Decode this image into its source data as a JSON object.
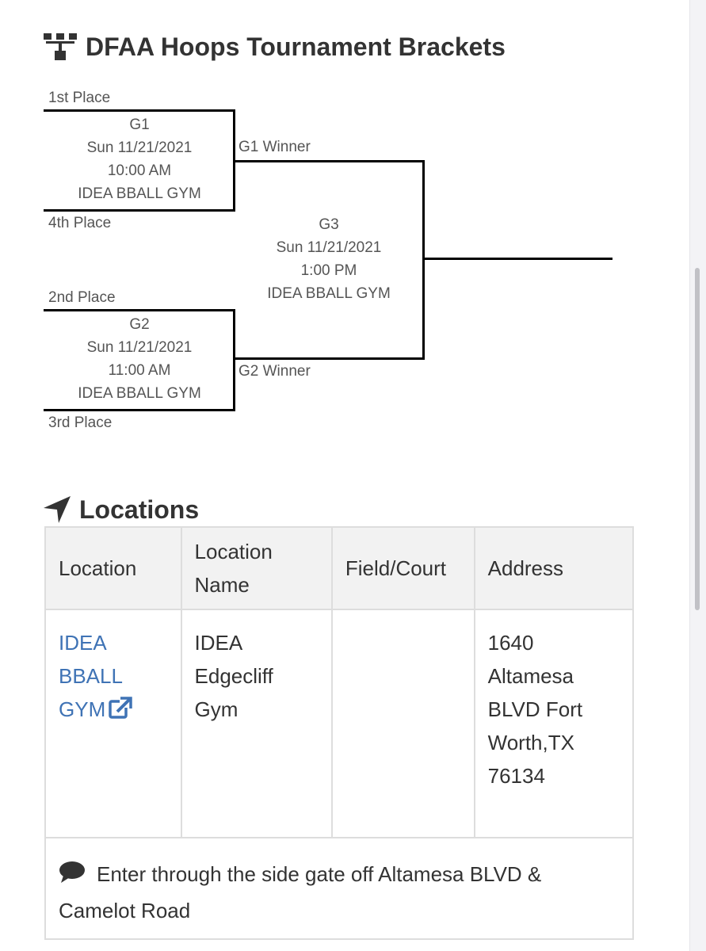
{
  "brackets": {
    "title": "DFAA Hoops Tournament Brackets",
    "icon": "sitemap-icon",
    "seed_1": "1st Place",
    "seed_4": "4th Place",
    "seed_2": "2nd Place",
    "seed_3": "3rd Place",
    "g1_winner": "G1 Winner",
    "g2_winner": "G2 Winner",
    "games": {
      "g1": {
        "name": "G1",
        "date": "Sun 11/21/2021",
        "time": "10:00 AM",
        "venue": "IDEA BBALL GYM"
      },
      "g2": {
        "name": "G2",
        "date": "Sun 11/21/2021",
        "time": "11:00 AM",
        "venue": "IDEA BBALL GYM"
      },
      "g3": {
        "name": "G3",
        "date": "Sun 11/21/2021",
        "time": "1:00 PM",
        "venue": "IDEA BBALL GYM"
      }
    }
  },
  "locations": {
    "title": "Locations",
    "icon": "location-arrow-icon",
    "columns": [
      "Location",
      "Location Name",
      "Field/Court",
      "Address"
    ],
    "rows": [
      {
        "location": "IDEA BBALL GYM",
        "location_name": "IDEA Edgecliff Gym",
        "field_court": "",
        "address": "1640 Altamesa BLVD Fort Worth,TX 76134"
      }
    ],
    "note": "Enter through the side gate off Altamesa BLVD & Camelot Road",
    "link_color": "#3f73b5"
  }
}
